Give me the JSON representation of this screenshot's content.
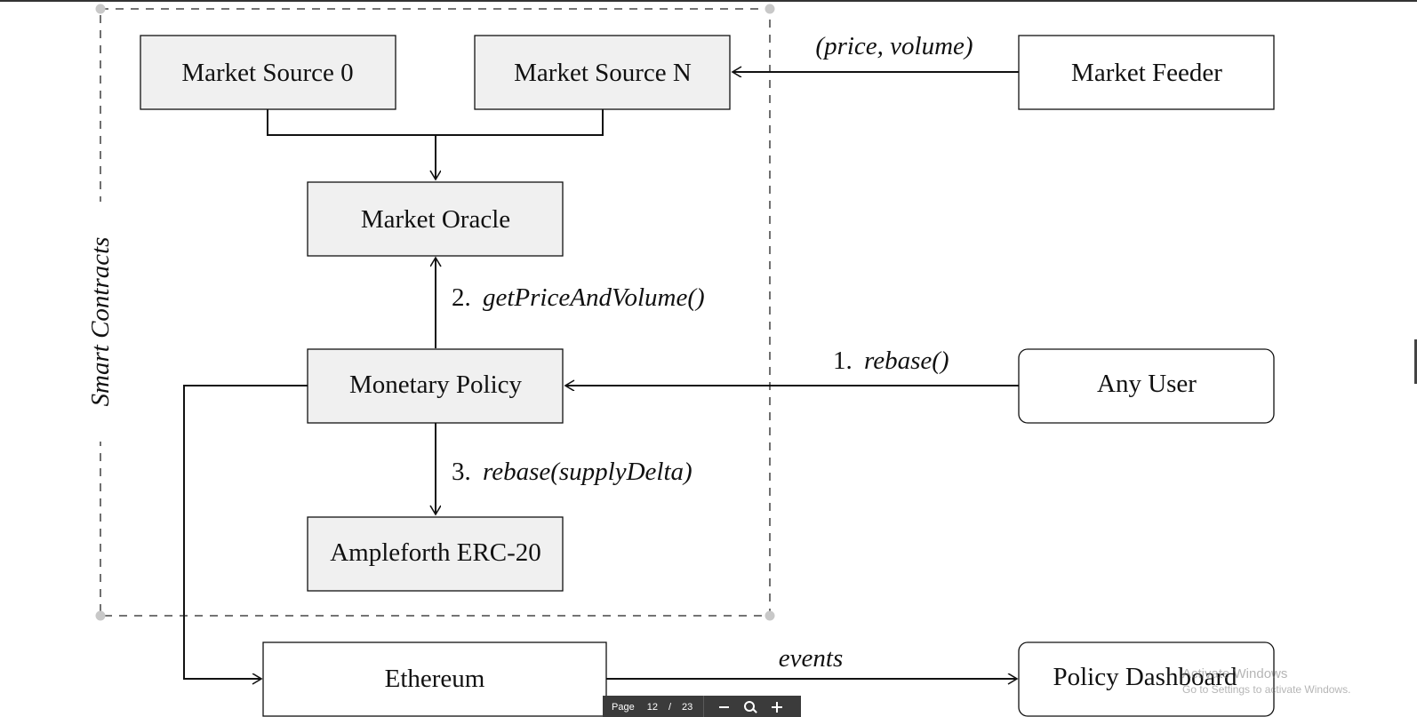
{
  "diagram": {
    "group_label": "Smart Contracts",
    "nodes": {
      "market_source_0": "Market Source 0",
      "market_source_n": "Market Source N",
      "market_feeder": "Market Feeder",
      "market_oracle": "Market Oracle",
      "monetary_policy": "Monetary Policy",
      "any_user": "Any User",
      "ampleforth_erc20": "Ampleforth ERC-20",
      "ethereum": "Ethereum",
      "policy_dashboard": "Policy Dashboard"
    },
    "edges": {
      "feeder_label": "(price, volume)",
      "step1_num": "1.",
      "step1_call": "rebase()",
      "step2_num": "2.",
      "step2_call": "getPriceAndVolume()",
      "step3_num": "3.",
      "step3_call": "rebase(supplyDelta)",
      "events_label": "events"
    }
  },
  "toolbar": {
    "page_label": "Page",
    "current_page": "12",
    "separator": "/",
    "total_pages": "23"
  },
  "watermark": {
    "title": "Activate Windows",
    "subtitle": "Go to Settings to activate Windows."
  },
  "colors": {
    "contract_fill": "#f0f0f0",
    "stroke": "#111111",
    "toolbar_bg": "#3b3b3b"
  }
}
